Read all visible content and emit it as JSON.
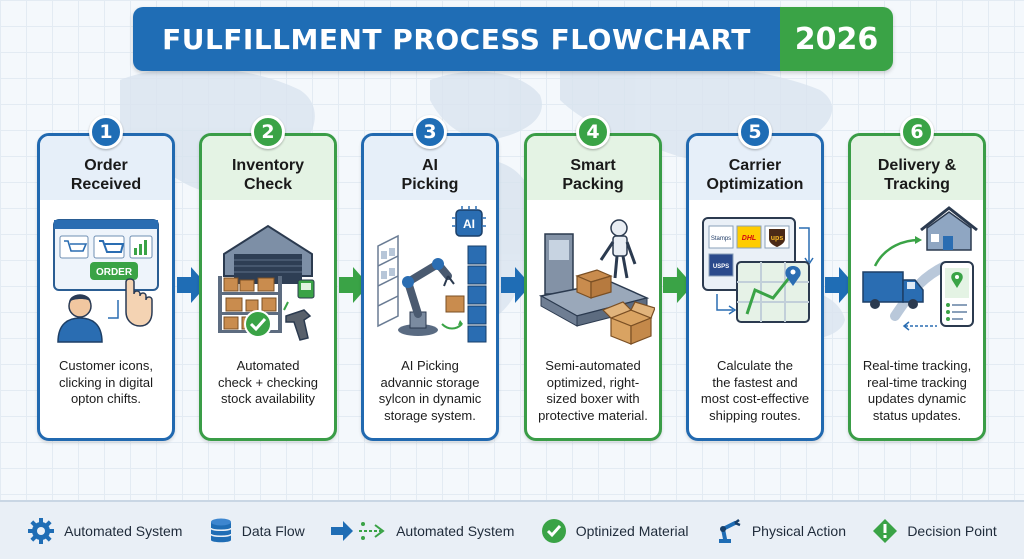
{
  "title": {
    "main": "FULFILLMENT PROCESS FLOWCHART",
    "year": "2026"
  },
  "colors": {
    "blue": "#1f6db5",
    "green": "#3aa346"
  },
  "steps": [
    {
      "number": "1",
      "title": "Order\nReceived",
      "description": "Customer icons,\nclicking in digital\nopton chifts.",
      "color": "blue",
      "order_label": "ORDER"
    },
    {
      "number": "2",
      "title": "Inventory\nCheck",
      "description": "Automated\ncheck + checking\nstock availability",
      "color": "green"
    },
    {
      "number": "3",
      "title": "AI\nPicking",
      "description": "AI Picking\nadvannic storage\nsylcon in dynamic\nstorage system.",
      "color": "blue",
      "chip_label": "AI"
    },
    {
      "number": "4",
      "title": "Smart\nPacking",
      "description": "Semi-automated\noptimized, right-\nsized boxer with\nprotective material.",
      "color": "green"
    },
    {
      "number": "5",
      "title": "Carrier\nOptimization",
      "description": "Calculate the\nthe fastest and\nmost cost-effective\nshipping routes.",
      "color": "blue",
      "carriers": [
        "Stamps",
        "DHL",
        "ups",
        "USPS"
      ]
    },
    {
      "number": "6",
      "title": "Delivery &\nTracking",
      "description": "Real-time tracking,\nreal-time tracking\nupdates dynamic\nstatus updates.",
      "color": "green"
    }
  ],
  "legend": [
    {
      "icon": "gear-icon",
      "label": "Automated System"
    },
    {
      "icon": "database-icon",
      "label": "Data Flow"
    },
    {
      "icon": "flow-arrow-icon",
      "label": "Automated System"
    },
    {
      "icon": "check-circle-icon",
      "label": "Optinized Material"
    },
    {
      "icon": "robot-arm-icon",
      "label": "Physical Action"
    },
    {
      "icon": "decision-diamond-icon",
      "label": "Decision Point"
    }
  ]
}
